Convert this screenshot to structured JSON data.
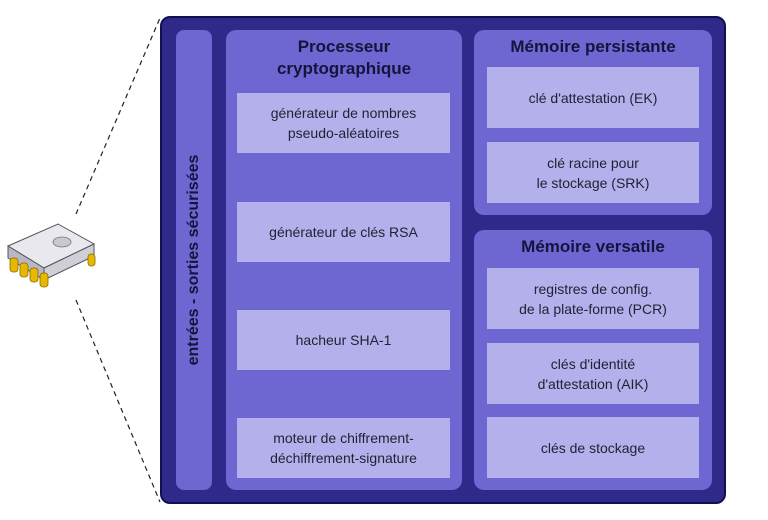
{
  "diagram": {
    "io_label": "entrées - sorties sécurisées",
    "crypto": {
      "title": "Processeur\ncryptographique",
      "items": [
        "générateur de nombres\npseudo-aléatoires",
        "générateur de clés RSA",
        "hacheur SHA-1",
        "moteur de chiffrement-\ndéchiffrement-signature"
      ]
    },
    "persistent": {
      "title": "Mémoire persistante",
      "items": [
        "clé d'attestation (EK)",
        "clé racine pour\nle stockage (SRK)"
      ]
    },
    "versatile": {
      "title": "Mémoire versatile",
      "items": [
        "registres de config.\nde la plate-forme (PCR)",
        "clés d'identité\nd'attestation (AIK)",
        "clés de stockage"
      ]
    }
  },
  "colors": {
    "outer": "#2f2a8a",
    "panel": "#6e67d2",
    "box": "#b4b0ec",
    "title_text": "#14143c"
  },
  "icons": {
    "chip": "chip-icon"
  }
}
